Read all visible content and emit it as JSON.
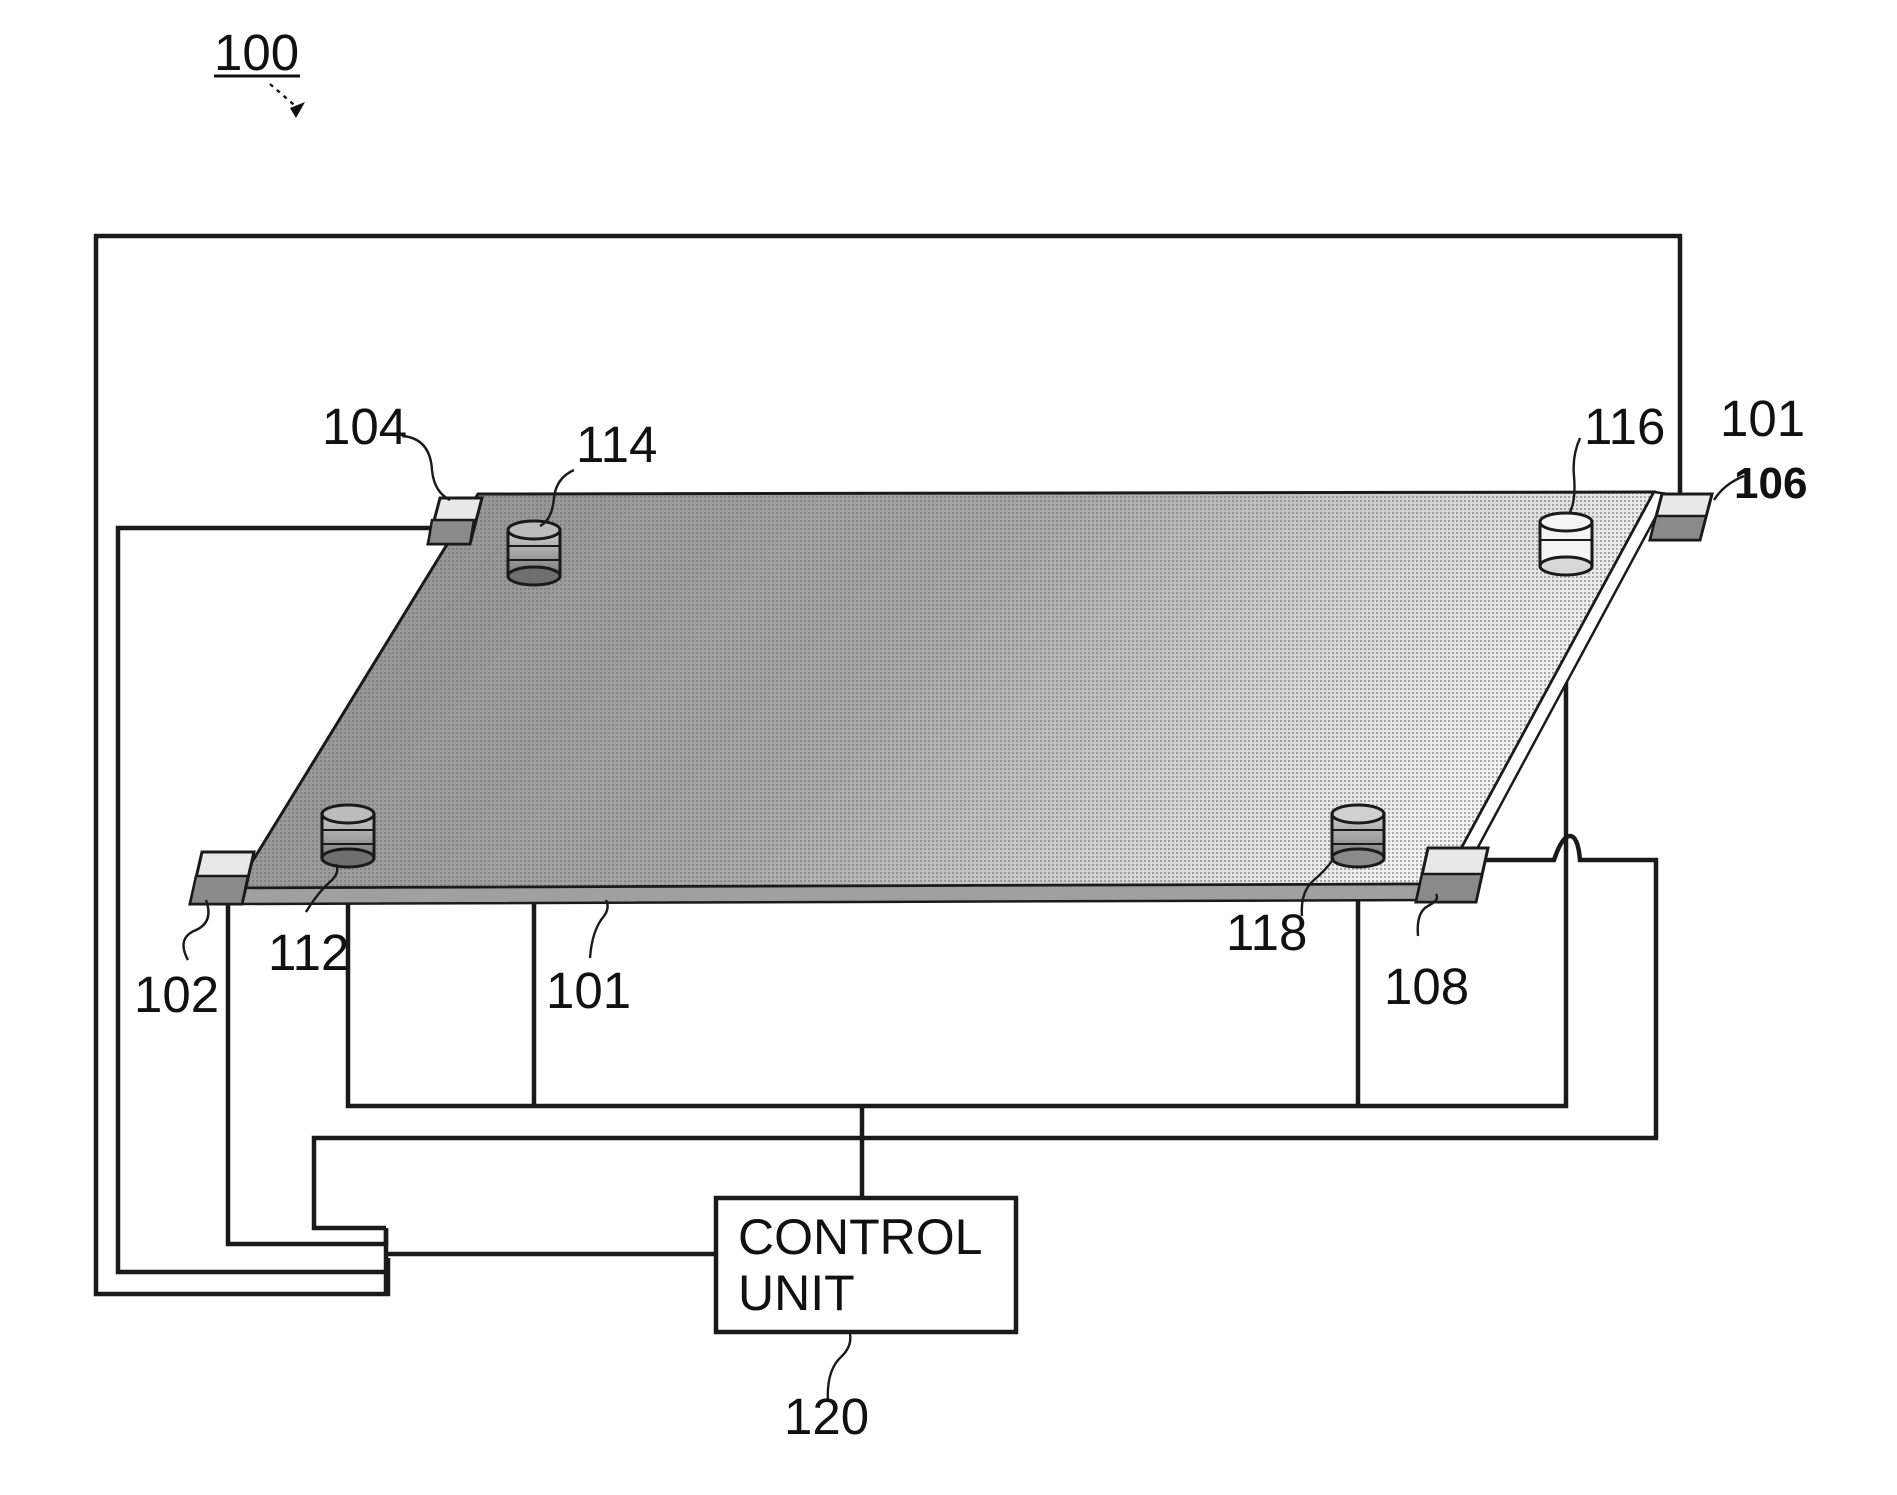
{
  "figure_number": "100",
  "control_unit": {
    "line1": "CONTROL",
    "line2": "UNIT",
    "reference": "120"
  },
  "reference_labels": {
    "panel_bottom": "101",
    "panel_right": "101",
    "emitter_102": "102",
    "emitter_104": "104",
    "emitter_106": "106",
    "emitter_108": "108",
    "sensor_112": "112",
    "sensor_114": "114",
    "sensor_116": "116",
    "sensor_118": "118"
  },
  "colors": {
    "line": "#1a1a1a",
    "panel_dark": "#9a9a9a",
    "panel_light": "#e4e4e4",
    "background": "#ffffff"
  }
}
